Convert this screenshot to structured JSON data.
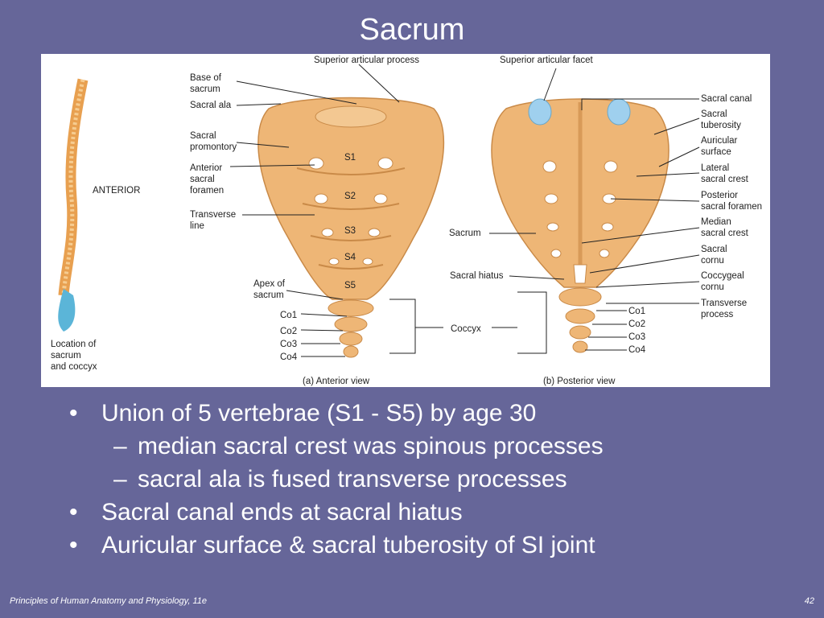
{
  "slide": {
    "title": "Sacrum",
    "footer": "Principles of Human Anatomy and Physiology, 11e",
    "page_number": "42"
  },
  "figure": {
    "spine_labels": {
      "anterior": "ANTERIOR",
      "location": "Location of\nsacrum\nand coccyx"
    },
    "anterior": {
      "caption": "(a) Anterior view",
      "labels": {
        "superior_articular_process": "Superior articular process",
        "base": "Base of\nsacrum",
        "ala": "Sacral ala",
        "promontory": "Sacral\npromontory",
        "anterior_foramen": "Anterior\nsacral\nforamen",
        "transverse_line": "Transverse\nline",
        "apex": "Apex of\nsacrum",
        "co1": "Co1",
        "co2": "Co2",
        "co3": "Co3",
        "co4": "Co4"
      },
      "segments": [
        "S1",
        "S2",
        "S3",
        "S4",
        "S5"
      ]
    },
    "middle_labels": {
      "sacrum": "Sacrum",
      "hiatus": "Sacral hiatus",
      "coccyx": "Coccyx"
    },
    "posterior": {
      "caption": "(b) Posterior view",
      "labels": {
        "superior_articular_facet": "Superior articular facet",
        "canal": "Sacral canal",
        "tuberosity": "Sacral\ntuberosity",
        "auricular": "Auricular\nsurface",
        "lateral_crest": "Lateral\nsacral crest",
        "posterior_foramen": "Posterior\nsacral foramen",
        "median_crest": "Median\nsacral crest",
        "cornu": "Sacral\ncornu",
        "coccygeal_cornu": "Coccygeal\ncornu",
        "transverse_process": "Transverse\nprocess",
        "co1": "Co1",
        "co2": "Co2",
        "co3": "Co3",
        "co4": "Co4"
      }
    }
  },
  "bullets": [
    {
      "level": 1,
      "text": "Union of 5 vertebrae (S1 - S5) by age 30"
    },
    {
      "level": 2,
      "text": "median sacral crest was spinous processes"
    },
    {
      "level": 2,
      "text": "sacral ala is fused transverse processes"
    },
    {
      "level": 1,
      "text": "Sacral canal ends at sacral hiatus"
    },
    {
      "level": 1,
      "text": "Auricular surface & sacral tuberosity of SI  joint"
    }
  ],
  "colors": {
    "background": "#666699",
    "bone": "#eeb676",
    "bone_dark": "#c98a48",
    "facet": "#9fd0ee"
  }
}
